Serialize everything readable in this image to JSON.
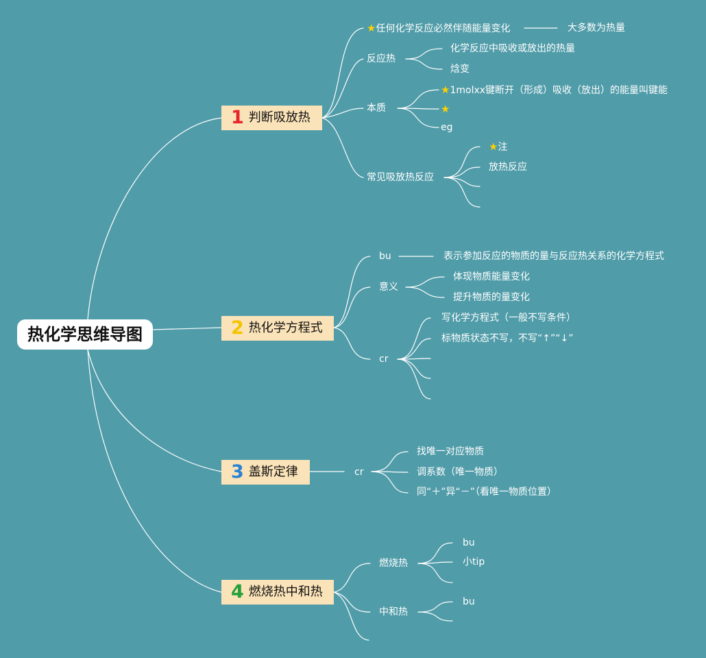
{
  "root": "热化学思维导图",
  "topics": {
    "t1": {
      "num": "1",
      "label": "判断吸放热",
      "color": "#e5242b"
    },
    "t2": {
      "num": "2",
      "label": "热化学方程式",
      "color": "#f5c400"
    },
    "t3": {
      "num": "3",
      "label": "盖斯定律",
      "color": "#2a83d2"
    },
    "t4": {
      "num": "4",
      "label": "燃烧热中和热",
      "color": "#26a03c"
    }
  },
  "nodes": {
    "t1_a": "任何化学反应必然伴随能量变化",
    "t1_a1": "大多数为热量",
    "t1_b": "反应热",
    "t1_b1": "化学反应中吸收或放出的热量",
    "t1_b2": "焓变",
    "t1_c": "本质",
    "t1_c1": "1molxx键断开（形成）吸收（放出）的能量叫键能",
    "t1_c3": "eg",
    "t1_d": "常见吸放热反应",
    "t1_d1": "注",
    "t1_d2": "放热反应",
    "t2_a": "bu",
    "t2_a1": "表示参加反应的物质的量与反应热关系的化学方程式",
    "t2_b": "意义",
    "t2_b1": "体现物质能量变化",
    "t2_b2": "提升物质的量变化",
    "t2_c": "cr",
    "t2_c1": "写化学方程式（一般不写条件）",
    "t2_c2": "标物质状态不写，不写“↑”“↓”",
    "t3_a": "cr",
    "t3_a1": "找唯一对应物质",
    "t3_a2": "调系数（唯一物质）",
    "t3_a3": "同“＋”异“－”（看唯一物质位置）",
    "t4_a": "燃烧热",
    "t4_a1": "bu",
    "t4_a2": "小tip",
    "t4_b": "中和热",
    "t4_b1": "bu"
  },
  "icons": {
    "star": "star-icon",
    "star_color": "#ffd200"
  }
}
